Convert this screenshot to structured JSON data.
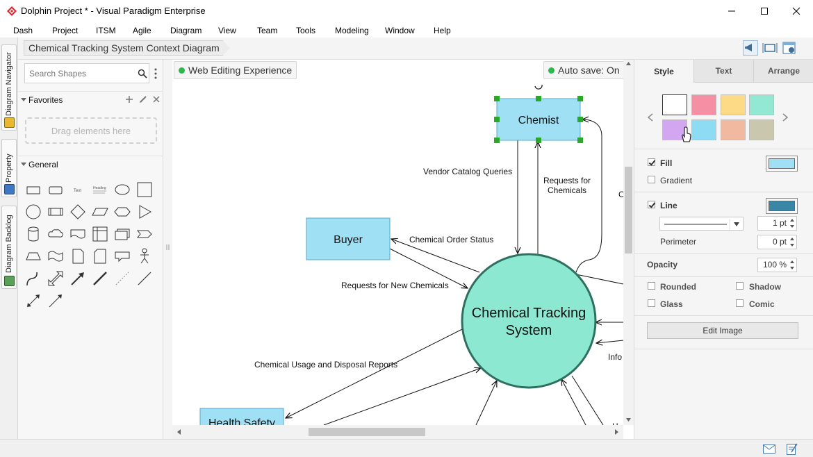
{
  "window": {
    "title": "Dolphin Project * - Visual Paradigm Enterprise",
    "controls": [
      "minimize-icon",
      "maximize-icon",
      "close-icon"
    ]
  },
  "menu": [
    "Dash",
    "Project",
    "ITSM",
    "Agile",
    "Diagram",
    "View",
    "Team",
    "Tools",
    "Modeling",
    "Window",
    "Help"
  ],
  "left_tabs": [
    "Diagram Navigator",
    "Property",
    "Diagram Backlog"
  ],
  "breadcrumb": "Chemical Tracking System Context Diagram",
  "palette": {
    "search_placeholder": "Search Shapes",
    "favorites_label": "Favorites",
    "drag_hint": "Drag elements here",
    "general_label": "General",
    "shape_text_label": "Text",
    "shape_heading_label": "Heading"
  },
  "canvas": {
    "web_editing_label": "Web Editing Experience",
    "autosave_label": "Auto save: On",
    "entities": {
      "chemist": "Chemist",
      "buyer": "Buyer",
      "health_safety": "Health Safety"
    },
    "process": {
      "line1": "Chemical Tracking",
      "line2": "System"
    },
    "flows": {
      "vendor_catalog": "Vendor Catalog Queries",
      "requests_line1": "Requests for",
      "requests_line2": "Chemicals",
      "order_status": "Chemical Order Status",
      "new_chemicals": "Requests for New Chemicals",
      "usage_reports": "Chemical Usage and Disposal Reports",
      "cut_c": "C",
      "cut_info": "Info",
      "cut_h": "H"
    }
  },
  "right_panel": {
    "tabs": [
      "Style",
      "Text",
      "Arrange"
    ],
    "active_tab": "Style",
    "swatches": [
      "#ffffff",
      "#f58fa3",
      "#fddb86",
      "#93e8d4",
      "#d3a6f2",
      "#8ddcf4",
      "#f0b9a0",
      "#c9c7ad"
    ],
    "fill_label": "Fill",
    "fill_color": "#9fe0f5",
    "gradient_label": "Gradient",
    "line_label": "Line",
    "line_color": "#3a86a6",
    "line_width": "1 pt",
    "perimeter_label": "Perimeter",
    "perimeter_value": "0 pt",
    "opacity_label": "Opacity",
    "opacity_value": "100 %",
    "rounded_label": "Rounded",
    "shadow_label": "Shadow",
    "glass_label": "Glass",
    "comic_label": "Comic",
    "edit_image_label": "Edit Image"
  },
  "colors": {
    "entity_fill": "#9fe0f5",
    "entity_stroke": "#5aa9c8",
    "process_fill": "#8de8d2",
    "process_stroke": "#2f6f60",
    "selection": "#2aa82a",
    "brand": "#d8272f"
  }
}
